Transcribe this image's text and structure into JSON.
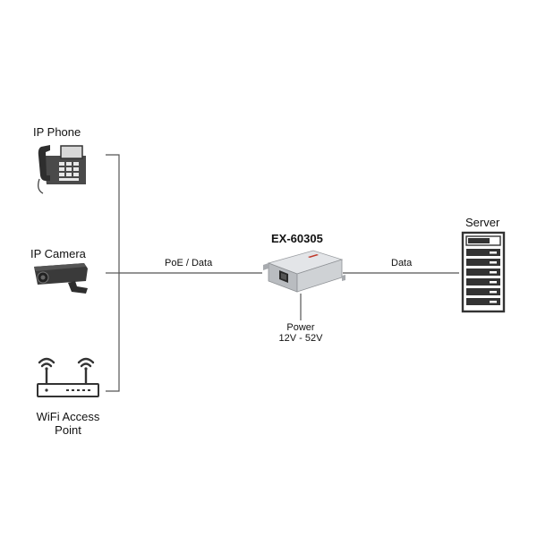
{
  "nodes": {
    "ip_phone": {
      "label": "IP Phone",
      "icon": "desk-phone-icon"
    },
    "ip_camera": {
      "label": "IP Camera",
      "icon": "security-camera-icon"
    },
    "wifi_ap": {
      "label_line1": "WiFi Access",
      "label_line2": "Point",
      "icon": "wifi-router-icon"
    },
    "device": {
      "label": "EX-60305",
      "icon": "poe-extender-device-icon"
    },
    "server": {
      "label": "Server",
      "icon": "server-rack-icon"
    }
  },
  "links": {
    "left": {
      "label": "PoE  / Data"
    },
    "right": {
      "label": "Data"
    },
    "power": {
      "label_line1": "Power",
      "label_line2": "12V - 52V"
    }
  },
  "colors": {
    "wire": "#555555",
    "icon_dark": "#3a3a3a",
    "device_body": "#c9cbce",
    "accent": "#c0392b"
  }
}
